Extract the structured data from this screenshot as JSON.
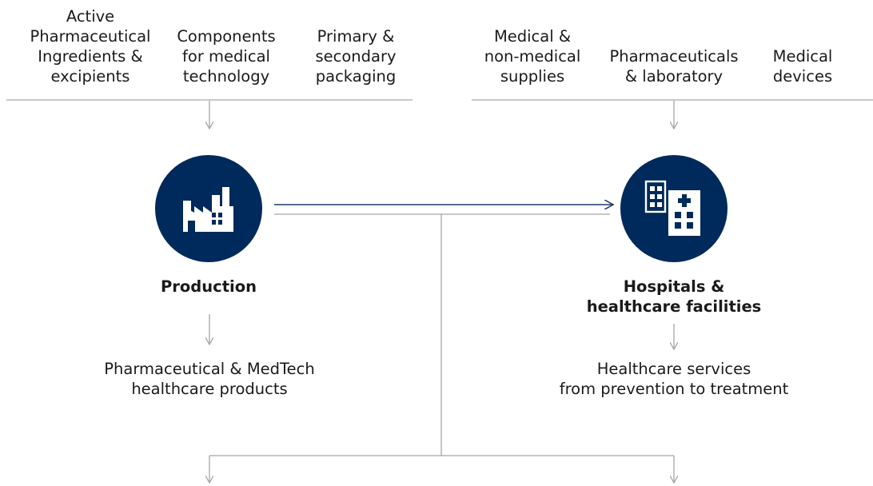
{
  "colors": {
    "circle_fill": "#002A5C",
    "icon": "#ffffff",
    "line": "#a6a6a6",
    "arrow_main": "#1f3a6b"
  },
  "inputs_left": [
    "Active\nPharmaceutical\nIngredients &\nexcipients",
    "Components\nfor medical\ntechnology",
    "Primary &\nsecondary\npackaging"
  ],
  "inputs_right": [
    "Medical &\nnon-medical\nsupplies",
    "Pharmaceuticals\n& laboratory",
    "Medical\ndevices"
  ],
  "production": {
    "icon": "factory-icon",
    "label": "Production",
    "output": "Pharmaceutical & MedTech\nhealthcare products"
  },
  "hospitals": {
    "icon": "hospital-icon",
    "label": "Hospitals &\nhealthcare facilities",
    "output": "Healthcare services\nfrom prevention to treatment"
  }
}
